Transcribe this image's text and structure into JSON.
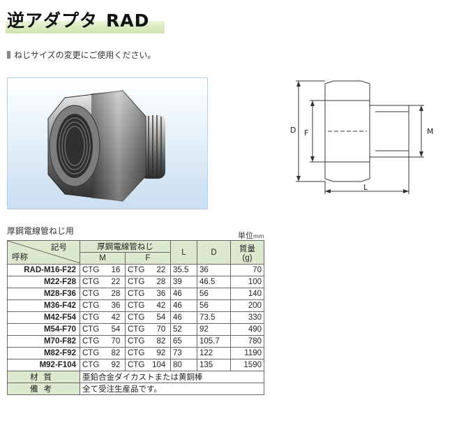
{
  "header": {
    "title_ja": "逆アダプタ",
    "title_en": "RAD",
    "description": "ねじサイズの変更にご使用ください。"
  },
  "drawing": {
    "labels": {
      "D": "D",
      "F": "F",
      "M": "M",
      "L": "L"
    }
  },
  "table": {
    "subtitle": "厚鋼電線管ねじ用",
    "unit_label": "単位",
    "unit_value": "mm",
    "headers": {
      "yobi": "呼称",
      "kigo": "記号",
      "thread_group": "厚鋼電線管ねじ",
      "M": "M",
      "F": "F",
      "L": "L",
      "D": "D",
      "mass": "質量",
      "mass_unit": "(g)"
    },
    "rows": [
      {
        "code": "RAD-M16-F22",
        "m_type": "CTG",
        "m_size": "16",
        "f_type": "CTG",
        "f_size": "22",
        "L": "35.5",
        "D": "36",
        "mass": "70"
      },
      {
        "code": "M22-F28",
        "m_type": "CTG",
        "m_size": "22",
        "f_type": "CTG",
        "f_size": "28",
        "L": "39",
        "D": "46.5",
        "mass": "100"
      },
      {
        "code": "M28-F36",
        "m_type": "CTG",
        "m_size": "28",
        "f_type": "CTG",
        "f_size": "36",
        "L": "46",
        "D": "56",
        "mass": "140"
      },
      {
        "code": "M36-F42",
        "m_type": "CTG",
        "m_size": "36",
        "f_type": "CTG",
        "f_size": "42",
        "L": "46",
        "D": "56",
        "mass": "200"
      },
      {
        "code": "M42-F54",
        "m_type": "CTG",
        "m_size": "42",
        "f_type": "CTG",
        "f_size": "54",
        "L": "46",
        "D": "73.5",
        "mass": "330"
      },
      {
        "code": "M54-F70",
        "m_type": "CTG",
        "m_size": "54",
        "f_type": "CTG",
        "f_size": "70",
        "L": "52",
        "D": "92",
        "mass": "490"
      },
      {
        "code": "M70-F82",
        "m_type": "CTG",
        "m_size": "70",
        "f_type": "CTG",
        "f_size": "82",
        "L": "65",
        "D": "105.7",
        "mass": "780"
      },
      {
        "code": "M82-F92",
        "m_type": "CTG",
        "m_size": "82",
        "f_type": "CTG",
        "f_size": "92",
        "L": "73",
        "D": "122",
        "mass": "1190"
      },
      {
        "code": "M92-F104",
        "m_type": "CTG",
        "m_size": "92",
        "f_type": "CTG",
        "f_size": "104",
        "L": "80",
        "D": "135",
        "mass": "1590"
      }
    ],
    "material_label": "材質",
    "material_value": "亜鉛合金ダイカストまたは黄銅棒",
    "note_label": "備考",
    "note_value": "全て受注生産品です。"
  }
}
